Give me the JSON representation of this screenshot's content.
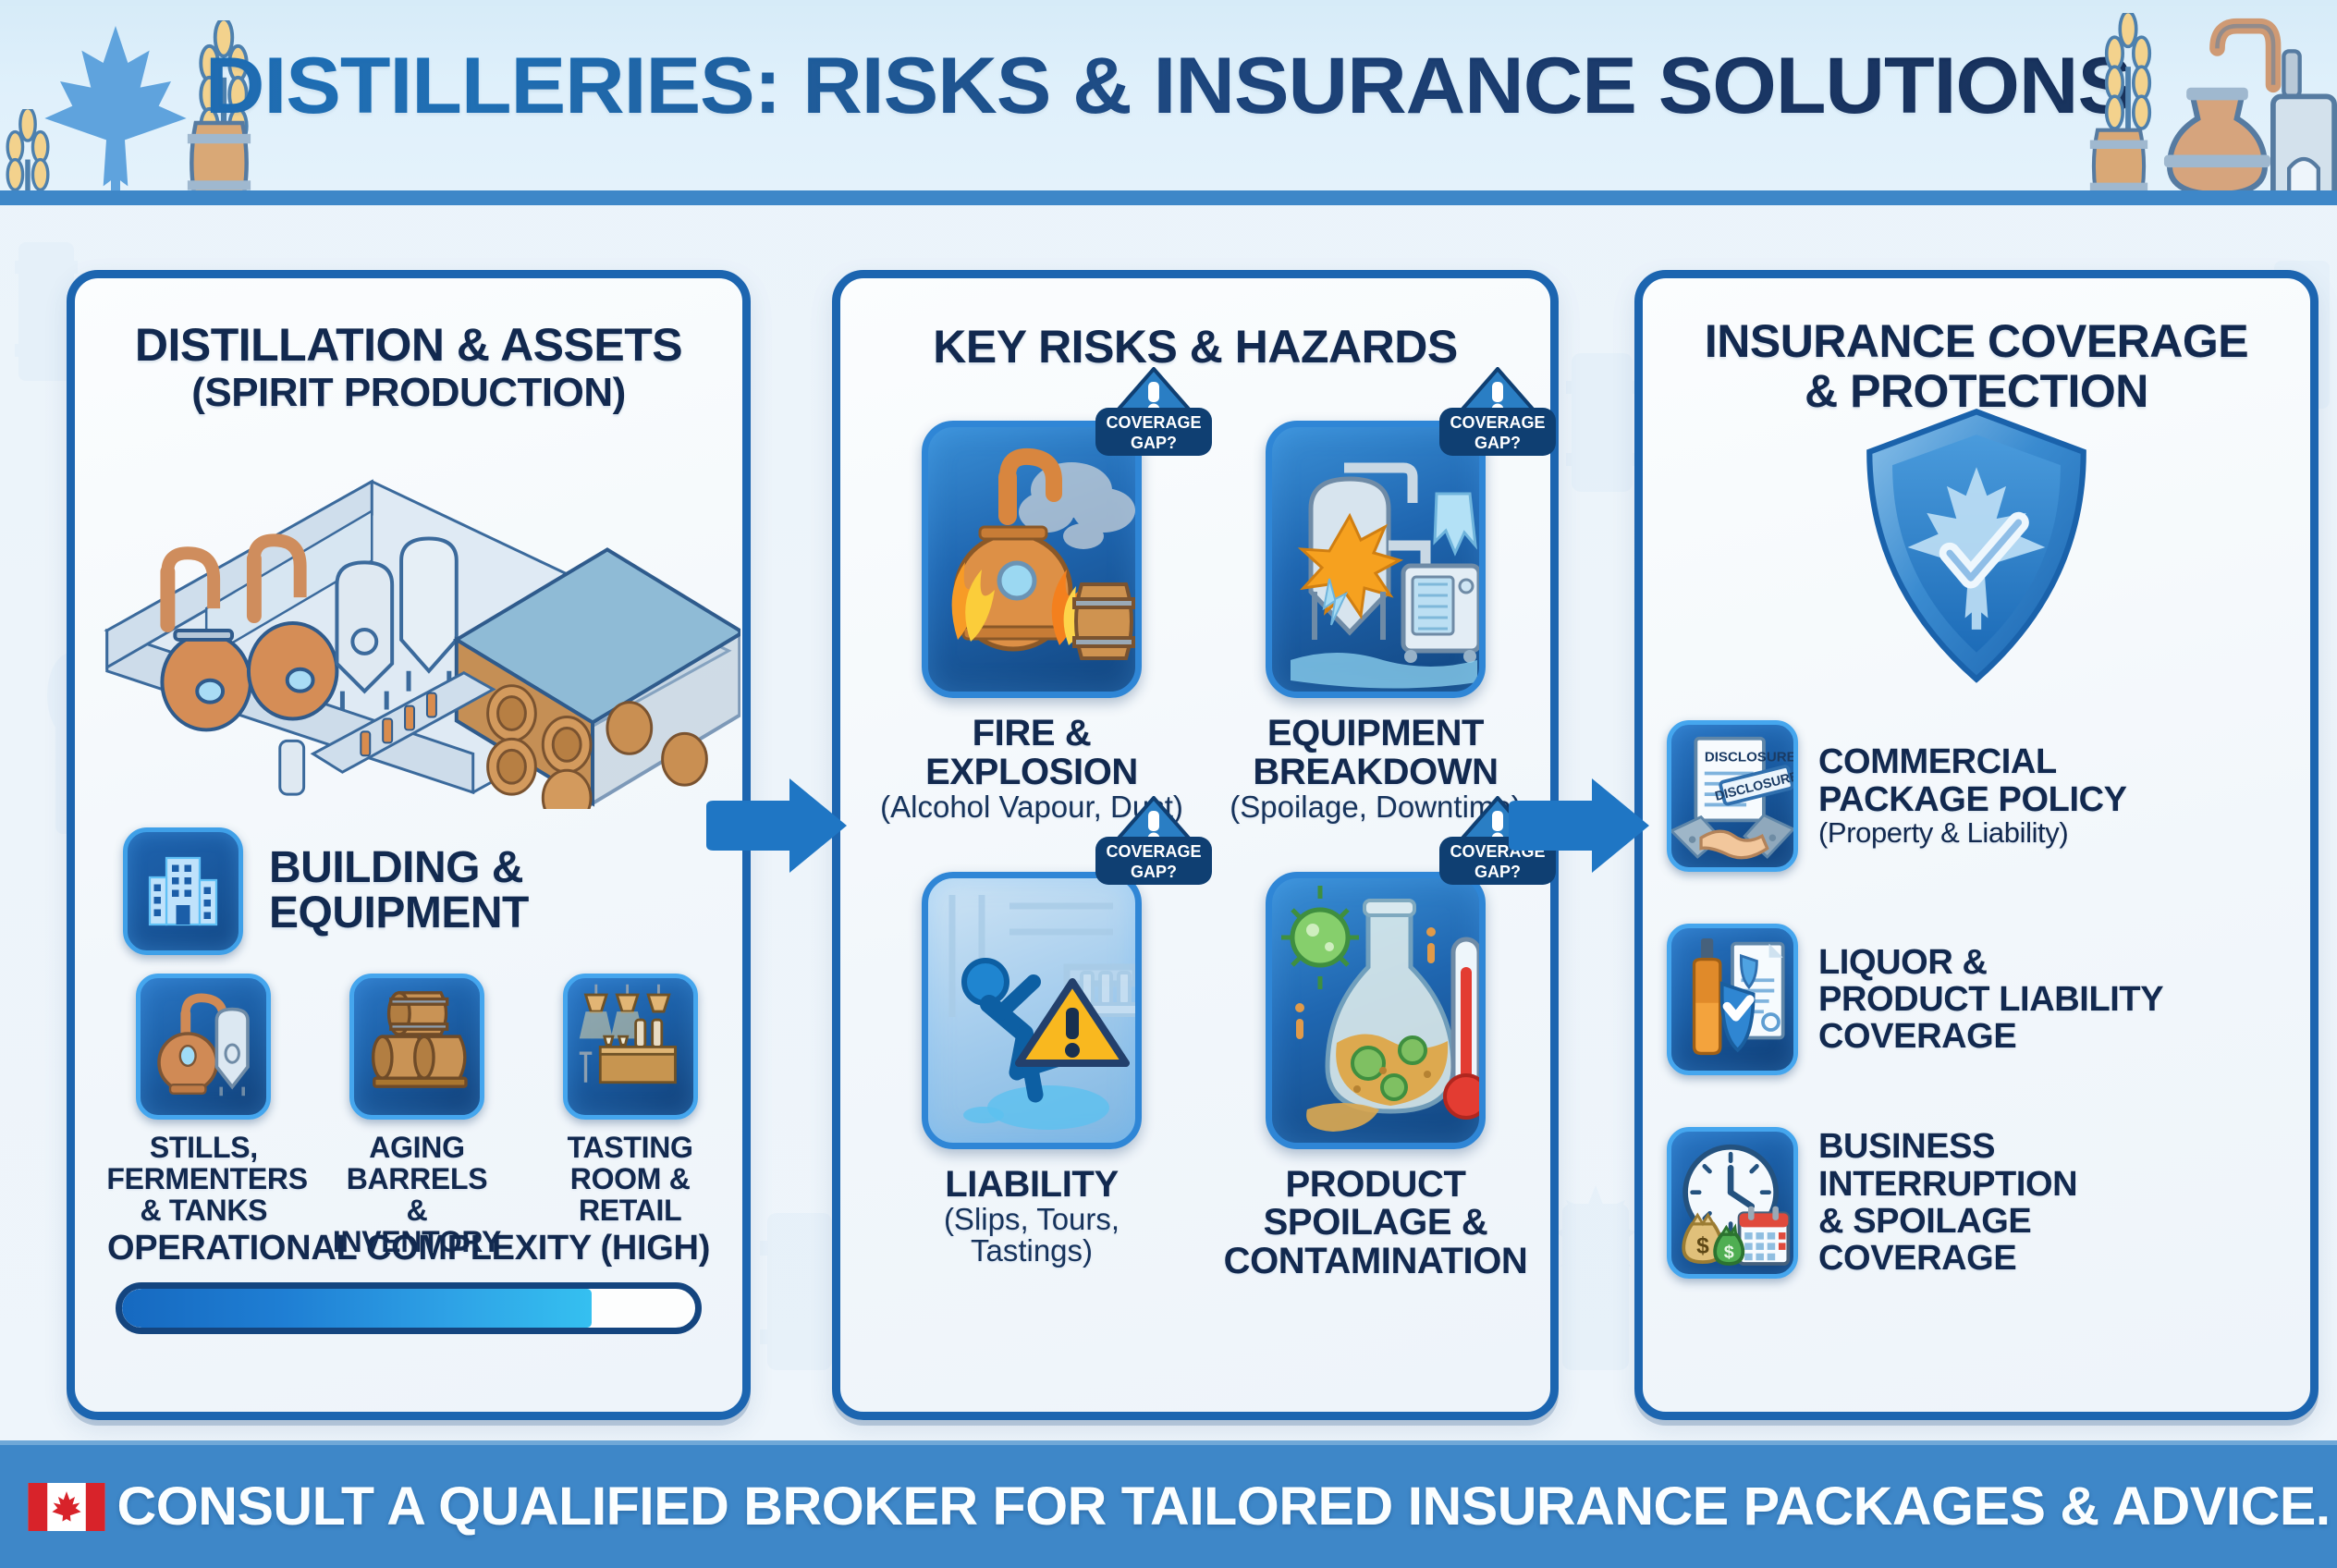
{
  "header": {
    "title": "DISTILLERIES: RISKS & INSURANCE SOLUTIONS",
    "decorations": [
      "maple-leaf-icon",
      "wheat-icon",
      "barrel-icon",
      "wheat-icon",
      "barrel-icon",
      "pot-still-icon",
      "condenser-icon"
    ]
  },
  "panels": {
    "assets": {
      "title": "DISTILLATION & ASSETS",
      "subtitle": "(SPIRIT PRODUCTION)",
      "scene_icon": "distillery-isometric-scene",
      "building": {
        "icon": "building-icon",
        "label_line1": "BUILDING &",
        "label_line2": "EQUIPMENT"
      },
      "assets": [
        {
          "icon": "still-fermenter-icon",
          "label": "STILLS,\nFERMENTERS\n& TANKS"
        },
        {
          "icon": "aging-barrels-icon",
          "label": "AGING\nBARRELS\n& INVENTORY"
        },
        {
          "icon": "tasting-room-icon",
          "label": "TASTING\nROOM &\nRETAIL"
        }
      ],
      "complexity": {
        "label": "OPERATIONAL COMPLEXITY (HIGH)",
        "percent": 82
      }
    },
    "risks": {
      "title": "KEY RISKS & HAZARDS",
      "badge_text_line1": "COVERAGE",
      "badge_text_line2": "GAP?",
      "items": [
        {
          "icon": "fire-explosion-icon",
          "label": "FIRE &\nEXPLOSION",
          "sub": "(Alcohol Vapour, Dust)",
          "badge": "coverage-gap-badge"
        },
        {
          "icon": "equipment-breakdown-icon",
          "label": "EQUIPMENT\nBREAKDOWN",
          "sub": "(Spoilage, Downtime)",
          "badge": "coverage-gap-badge"
        },
        {
          "icon": "slip-fall-liability-icon",
          "label": "LIABILITY",
          "sub": "(Slips, Tours, Tastings)",
          "badge": "coverage-gap-badge"
        },
        {
          "icon": "contamination-flask-icon",
          "label": "PRODUCT\nSPOILAGE &\nCONTAMINATION",
          "sub": "",
          "badge": "coverage-gap-badge"
        }
      ]
    },
    "coverage": {
      "title_line1": "INSURANCE COVERAGE",
      "title_line2": "& PROTECTION",
      "hero_icon": "canadian-shield-check-icon",
      "items": [
        {
          "icon": "handshake-disclosure-icon",
          "icon_text": "DISCLOSURE",
          "label": "COMMERCIAL\nPACKAGE POLICY",
          "sub": "(Property & Liability)"
        },
        {
          "icon": "liquor-liability-icon",
          "label": "LIQUOR &\nPRODUCT LIABILITY\nCOVERAGE",
          "sub": ""
        },
        {
          "icon": "clock-money-calendar-icon",
          "label": "BUSINESS\nINTERRUPTION\n& SPOILAGE\nCOVERAGE",
          "sub": ""
        }
      ]
    }
  },
  "footer": {
    "flag_icon": "canada-flag-icon",
    "text": "CONSULT A QUALIFIED BROKER FOR TAILORED INSURANCE PACKAGES & ADVICE."
  },
  "colors": {
    "accent_blue": "#1c65b0",
    "banner_blue": "#3e87c8",
    "navy_text": "#12294f",
    "header_bg": "#dff0fb",
    "copper": "#c9783f",
    "flag_red": "#d8232a"
  }
}
